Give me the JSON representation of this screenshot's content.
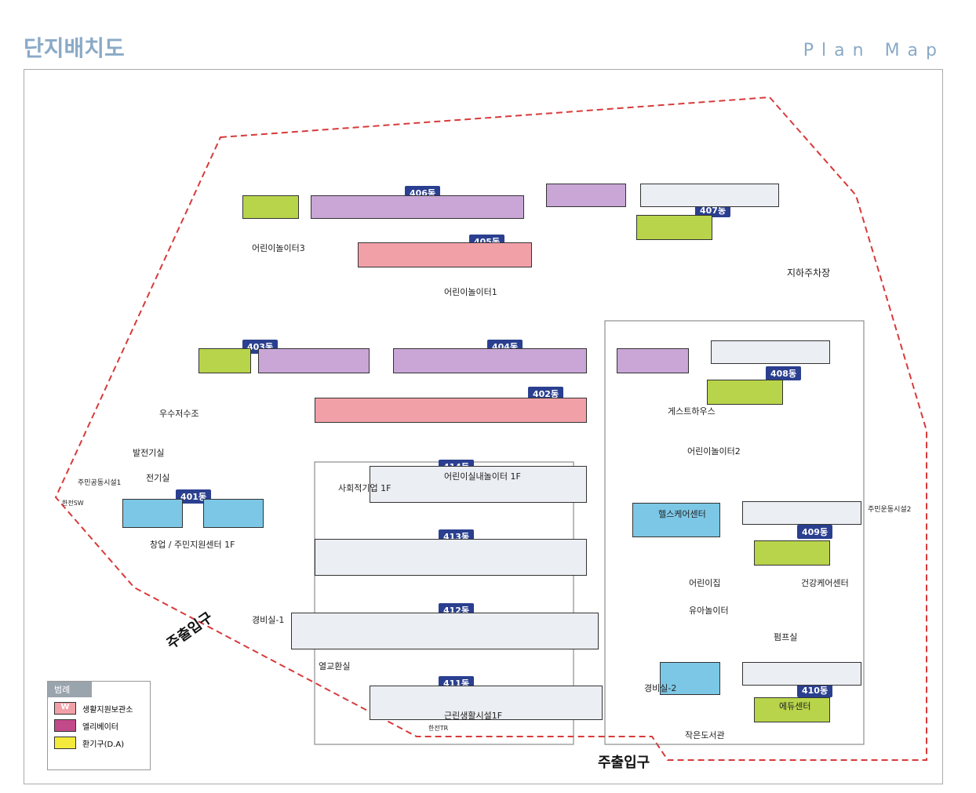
{
  "header": {
    "title": "단지배치도",
    "subtitle": "Plan Map"
  },
  "entrances": {
    "side": "주출입구",
    "main": "주출입구"
  },
  "labels": {
    "parking": "지하주차장",
    "playground1": "어린이놀이터1",
    "playground2": "어린이놀이터2",
    "playground3": "어린이놀이터3",
    "guest": "게스트하우스",
    "daycare": "어린이집",
    "toddler": "유아놀이터",
    "health": "건강케어센터",
    "library": "작은도서관",
    "pump": "펌프실",
    "startup": "창업 / 주민지원센터 1F",
    "community414": "어린이실내놀이터 1F",
    "social415": "사회적기업 1F",
    "guard1": "경비실-1",
    "guard2": "경비실-2",
    "heat": "열교환실",
    "neighborhood": "근린생활시설1F",
    "healthcare": "헬스케어센터",
    "education": "에듀센터",
    "reservoir": "우수저수조",
    "gen": "발전기실",
    "elec": "전기실",
    "resident1": "주민공동시설1",
    "resident2": "주민운동시설2",
    "sw": "한전SW",
    "tr": "한전TR"
  },
  "dongs": [
    "401동",
    "402동",
    "403동",
    "404동",
    "405동",
    "406동",
    "407동",
    "408동",
    "409동",
    "410동",
    "411동",
    "412동",
    "413동",
    "414동"
  ],
  "legend": {
    "title": "범례",
    "items": [
      {
        "symbol": "W",
        "label": "생활지원보관소",
        "color": "#f2a0a8"
      },
      {
        "symbol": "",
        "label": "엘리베이터",
        "color": "#c34a8a"
      },
      {
        "symbol": "",
        "label": "환기구(D.A)",
        "color": "#f3ea3c"
      }
    ]
  }
}
